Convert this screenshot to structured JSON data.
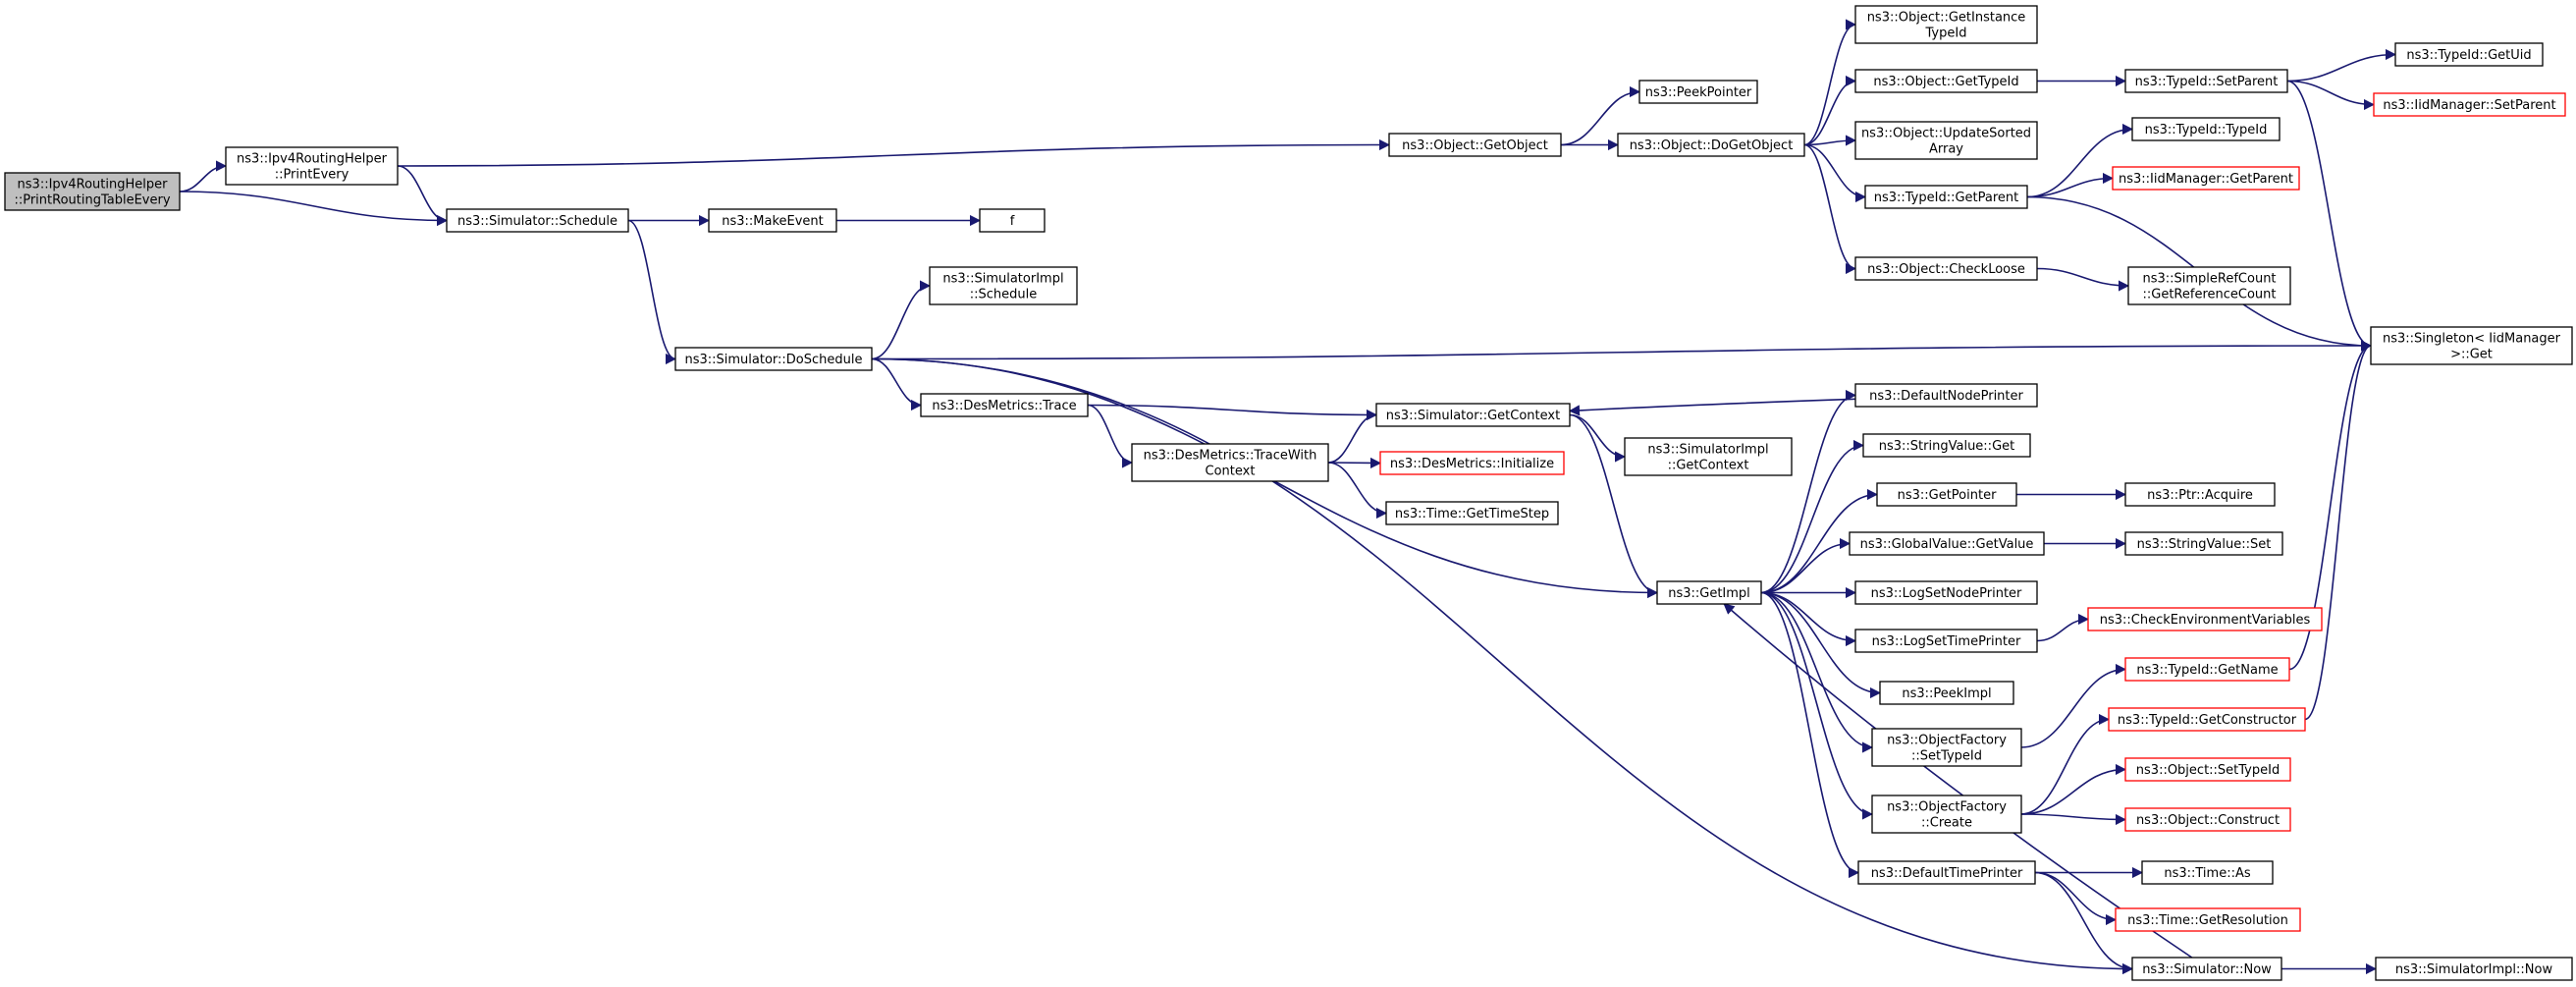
{
  "colors": {
    "edge": "#191970",
    "border_normal": "#000000",
    "border_red": "#ff0000",
    "fill_root": "#bfbfbf",
    "fill_normal": "#ffffff"
  },
  "nodes": [
    {
      "id": "root",
      "lines": [
        "ns3::Ipv4RoutingHelper",
        "::PrintRoutingTableEvery"
      ],
      "style": "root"
    },
    {
      "id": "printEvery",
      "lines": [
        "ns3::Ipv4RoutingHelper",
        "::PrintEvery"
      ],
      "style": "normal"
    },
    {
      "id": "schedule",
      "lines": [
        "ns3::Simulator::Schedule"
      ],
      "style": "normal"
    },
    {
      "id": "getObject",
      "lines": [
        "ns3::Object::GetObject"
      ],
      "style": "normal"
    },
    {
      "id": "peekPointer",
      "lines": [
        "ns3::PeekPointer"
      ],
      "style": "normal"
    },
    {
      "id": "doGetObject",
      "lines": [
        "ns3::Object::DoGetObject"
      ],
      "style": "normal"
    },
    {
      "id": "getInstanceTypeId",
      "lines": [
        "ns3::Object::GetInstance",
        "TypeId"
      ],
      "style": "normal"
    },
    {
      "id": "objGetTypeId",
      "lines": [
        "ns3::Object::GetTypeId"
      ],
      "style": "normal"
    },
    {
      "id": "updateSorted",
      "lines": [
        "ns3::Object::UpdateSorted",
        "Array"
      ],
      "style": "normal"
    },
    {
      "id": "tidGetParent",
      "lines": [
        "ns3::TypeId::GetParent"
      ],
      "style": "normal"
    },
    {
      "id": "checkLoose",
      "lines": [
        "ns3::Object::CheckLoose"
      ],
      "style": "normal"
    },
    {
      "id": "setParent",
      "lines": [
        "ns3::TypeId::SetParent"
      ],
      "style": "normal"
    },
    {
      "id": "getUid",
      "lines": [
        "ns3::TypeId::GetUid"
      ],
      "style": "normal"
    },
    {
      "id": "iidSetParent",
      "lines": [
        "ns3::IidManager::SetParent"
      ],
      "style": "red"
    },
    {
      "id": "typeIdCtor",
      "lines": [
        "ns3::TypeId::TypeId"
      ],
      "style": "normal"
    },
    {
      "id": "iidGetParent",
      "lines": [
        "ns3::IidManager::GetParent"
      ],
      "style": "red"
    },
    {
      "id": "refCount",
      "lines": [
        "ns3::SimpleRefCount",
        "::GetReferenceCount"
      ],
      "style": "normal"
    },
    {
      "id": "singleton",
      "lines": [
        "ns3::Singleton< IidManager",
        " >::Get"
      ],
      "style": "normal"
    },
    {
      "id": "makeEvent",
      "lines": [
        "ns3::MakeEvent"
      ],
      "style": "normal"
    },
    {
      "id": "f",
      "lines": [
        "f"
      ],
      "style": "normal"
    },
    {
      "id": "doSchedule",
      "lines": [
        "ns3::Simulator::DoSchedule"
      ],
      "style": "normal"
    },
    {
      "id": "implSchedule",
      "lines": [
        "ns3::SimulatorImpl",
        "::Schedule"
      ],
      "style": "normal"
    },
    {
      "id": "desTrace",
      "lines": [
        "ns3::DesMetrics::Trace"
      ],
      "style": "normal"
    },
    {
      "id": "desTraceWithContext",
      "lines": [
        "ns3::DesMetrics::TraceWith",
        "Context"
      ],
      "style": "normal"
    },
    {
      "id": "getContext",
      "lines": [
        "ns3::Simulator::GetContext"
      ],
      "style": "normal"
    },
    {
      "id": "desInit",
      "lines": [
        "ns3::DesMetrics::Initialize"
      ],
      "style": "red"
    },
    {
      "id": "getTimeStep",
      "lines": [
        "ns3::Time::GetTimeStep"
      ],
      "style": "normal"
    },
    {
      "id": "implGetContext",
      "lines": [
        "ns3::SimulatorImpl",
        "::GetContext"
      ],
      "style": "normal"
    },
    {
      "id": "defaultNodePrinter",
      "lines": [
        "ns3::DefaultNodePrinter"
      ],
      "style": "normal"
    },
    {
      "id": "getImpl",
      "lines": [
        "ns3::GetImpl"
      ],
      "style": "normal"
    },
    {
      "id": "stringValueGet",
      "lines": [
        "ns3::StringValue::Get"
      ],
      "style": "normal"
    },
    {
      "id": "getPointer",
      "lines": [
        "ns3::GetPointer"
      ],
      "style": "normal"
    },
    {
      "id": "ptrAcquire",
      "lines": [
        "ns3::Ptr::Acquire"
      ],
      "style": "normal"
    },
    {
      "id": "gvGetValue",
      "lines": [
        "ns3::GlobalValue::GetValue"
      ],
      "style": "normal"
    },
    {
      "id": "stringValueSet",
      "lines": [
        "ns3::StringValue::Set"
      ],
      "style": "normal"
    },
    {
      "id": "logSetNodePrinter",
      "lines": [
        "ns3::LogSetNodePrinter"
      ],
      "style": "normal"
    },
    {
      "id": "logSetTimePrinter",
      "lines": [
        "ns3::LogSetTimePrinter"
      ],
      "style": "normal"
    },
    {
      "id": "checkEnv",
      "lines": [
        "ns3::CheckEnvironmentVariables"
      ],
      "style": "red"
    },
    {
      "id": "peekImpl",
      "lines": [
        "ns3::PeekImpl"
      ],
      "style": "normal"
    },
    {
      "id": "tidGetName",
      "lines": [
        "ns3::TypeId::GetName"
      ],
      "style": "red"
    },
    {
      "id": "ofSetTypeId",
      "lines": [
        "ns3::ObjectFactory",
        "::SetTypeId"
      ],
      "style": "normal"
    },
    {
      "id": "tidGetConstructor",
      "lines": [
        "ns3::TypeId::GetConstructor"
      ],
      "style": "red"
    },
    {
      "id": "objSetTypeId",
      "lines": [
        "ns3::Object::SetTypeId"
      ],
      "style": "red"
    },
    {
      "id": "ofCreate",
      "lines": [
        "ns3::ObjectFactory",
        "::Create"
      ],
      "style": "normal"
    },
    {
      "id": "objConstruct",
      "lines": [
        "ns3::Object::Construct"
      ],
      "style": "red"
    },
    {
      "id": "defaultTimePrinter",
      "lines": [
        "ns3::DefaultTimePrinter"
      ],
      "style": "normal"
    },
    {
      "id": "timeAs",
      "lines": [
        "ns3::Time::As"
      ],
      "style": "normal"
    },
    {
      "id": "timeGetRes",
      "lines": [
        "ns3::Time::GetResolution"
      ],
      "style": "red"
    },
    {
      "id": "simNow",
      "lines": [
        "ns3::Simulator::Now"
      ],
      "style": "normal"
    },
    {
      "id": "implNow",
      "lines": [
        "ns3::SimulatorImpl::Now"
      ],
      "style": "normal"
    }
  ],
  "edges": [
    [
      "root",
      "printEvery"
    ],
    [
      "root",
      "schedule"
    ],
    [
      "printEvery",
      "getObject"
    ],
    [
      "printEvery",
      "schedule"
    ],
    [
      "getObject",
      "peekPointer"
    ],
    [
      "getObject",
      "doGetObject"
    ],
    [
      "doGetObject",
      "getInstanceTypeId"
    ],
    [
      "doGetObject",
      "objGetTypeId"
    ],
    [
      "doGetObject",
      "updateSorted"
    ],
    [
      "doGetObject",
      "tidGetParent"
    ],
    [
      "doGetObject",
      "checkLoose"
    ],
    [
      "objGetTypeId",
      "setParent"
    ],
    [
      "setParent",
      "getUid"
    ],
    [
      "setParent",
      "iidSetParent"
    ],
    [
      "setParent",
      "singleton"
    ],
    [
      "tidGetParent",
      "typeIdCtor"
    ],
    [
      "tidGetParent",
      "iidGetParent"
    ],
    [
      "tidGetParent",
      "singleton"
    ],
    [
      "checkLoose",
      "refCount"
    ],
    [
      "schedule",
      "makeEvent"
    ],
    [
      "makeEvent",
      "f"
    ],
    [
      "schedule",
      "doSchedule"
    ],
    [
      "doSchedule",
      "implSchedule"
    ],
    [
      "doSchedule",
      "singleton"
    ],
    [
      "doSchedule",
      "desTrace"
    ],
    [
      "doSchedule",
      "getImpl"
    ],
    [
      "doSchedule",
      "simNow"
    ],
    [
      "desTrace",
      "getContext"
    ],
    [
      "desTrace",
      "desTraceWithContext"
    ],
    [
      "desTraceWithContext",
      "getContext"
    ],
    [
      "desTraceWithContext",
      "desInit"
    ],
    [
      "desTraceWithContext",
      "getTimeStep"
    ],
    [
      "getContext",
      "implGetContext"
    ],
    [
      "getContext",
      "getImpl"
    ],
    [
      "defaultNodePrinter",
      "getContext"
    ],
    [
      "getImpl",
      "defaultNodePrinter"
    ],
    [
      "getImpl",
      "stringValueGet"
    ],
    [
      "getImpl",
      "getPointer"
    ],
    [
      "getImpl",
      "gvGetValue"
    ],
    [
      "getImpl",
      "logSetNodePrinter"
    ],
    [
      "getImpl",
      "logSetTimePrinter"
    ],
    [
      "getImpl",
      "peekImpl"
    ],
    [
      "getImpl",
      "ofSetTypeId"
    ],
    [
      "getImpl",
      "ofCreate"
    ],
    [
      "getImpl",
      "defaultTimePrinter"
    ],
    [
      "getPointer",
      "ptrAcquire"
    ],
    [
      "gvGetValue",
      "stringValueSet"
    ],
    [
      "logSetTimePrinter",
      "checkEnv"
    ],
    [
      "ofSetTypeId",
      "tidGetName"
    ],
    [
      "tidGetName",
      "singleton"
    ],
    [
      "ofCreate",
      "tidGetConstructor"
    ],
    [
      "ofCreate",
      "objSetTypeId"
    ],
    [
      "ofCreate",
      "objConstruct"
    ],
    [
      "tidGetConstructor",
      "singleton"
    ],
    [
      "defaultTimePrinter",
      "timeAs"
    ],
    [
      "defaultTimePrinter",
      "timeGetRes"
    ],
    [
      "defaultTimePrinter",
      "simNow"
    ],
    [
      "simNow",
      "getImpl"
    ],
    [
      "simNow",
      "implNow"
    ]
  ]
}
